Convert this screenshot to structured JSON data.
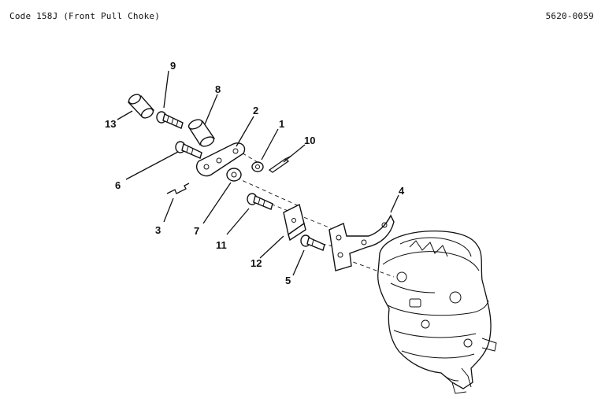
{
  "header": {
    "title": "Code 158J (Front Pull Choke)",
    "drawing_number": "5620-0059"
  },
  "callouts": [
    "1",
    "2",
    "3",
    "4",
    "5",
    "6",
    "7",
    "8",
    "9",
    "10",
    "11",
    "12",
    "13"
  ]
}
